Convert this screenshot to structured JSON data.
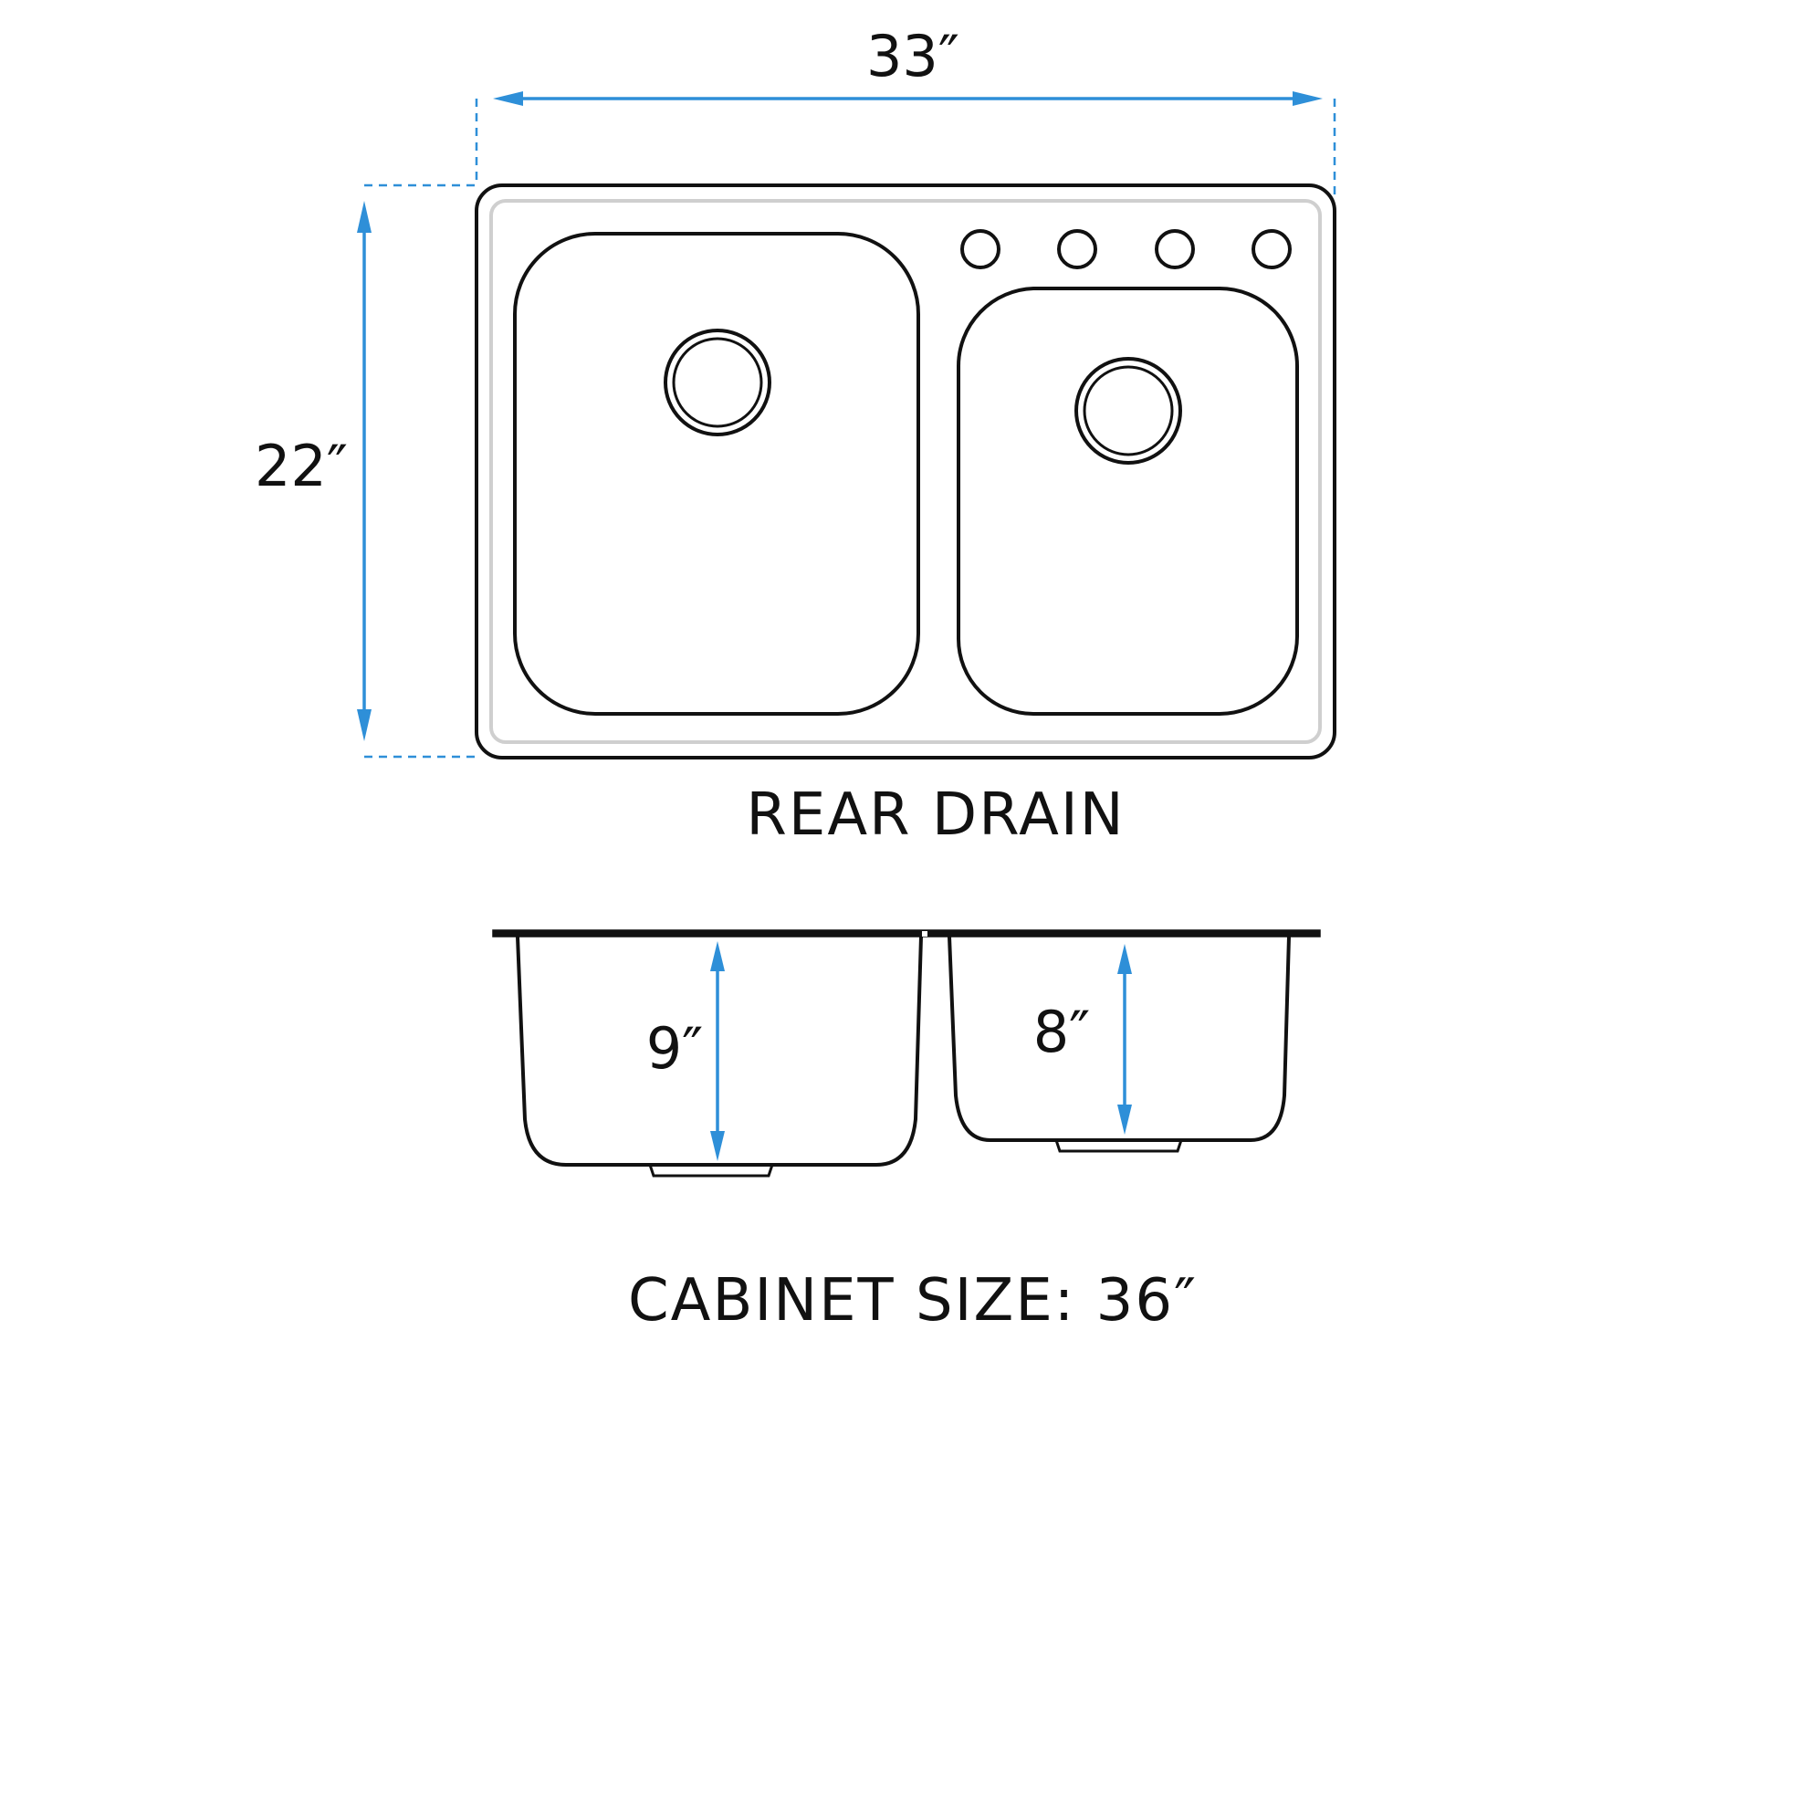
{
  "diagram": {
    "width_label": "33″",
    "height_label": "22″",
    "drain_label": "REAR DRAIN",
    "left_depth_label": "9″",
    "right_depth_label": "8″",
    "cabinet_label": "CABINET SIZE: 36″",
    "accent_color": "#2e8fd8",
    "line_color": "#111111"
  }
}
